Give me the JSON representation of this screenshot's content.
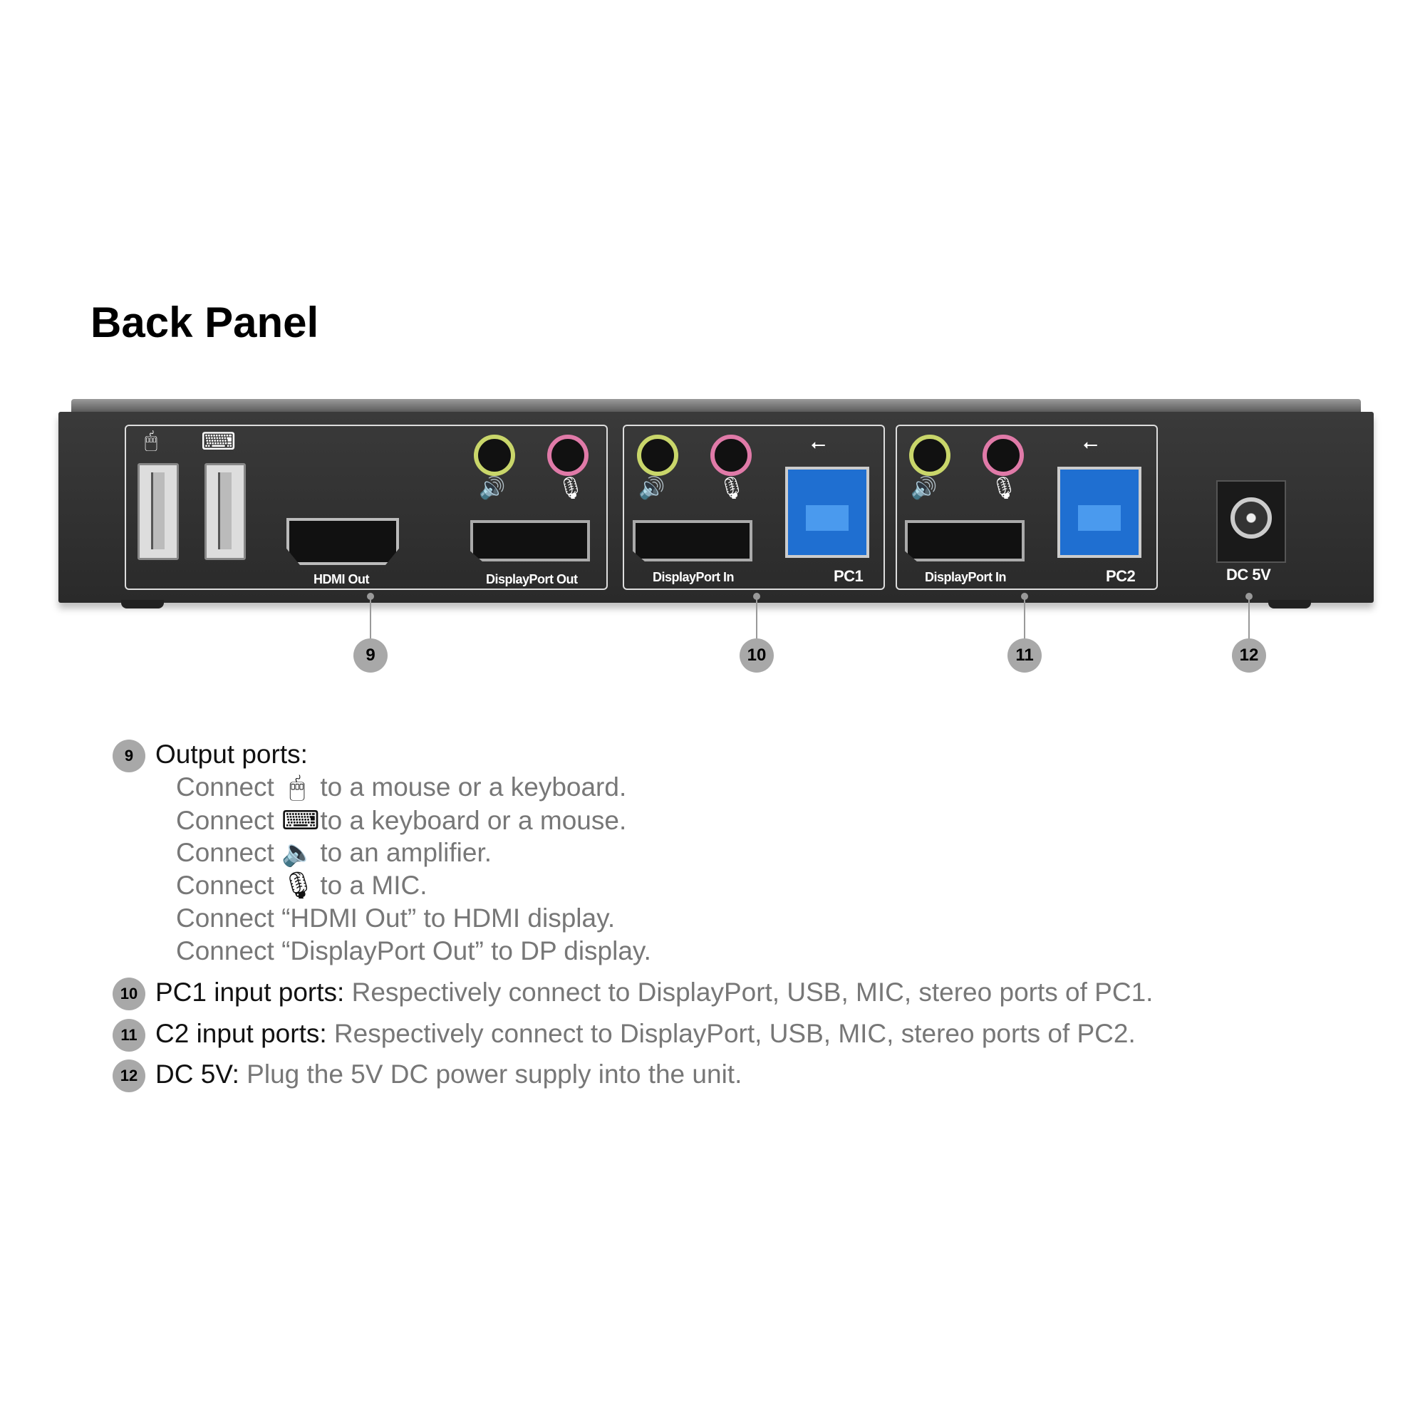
{
  "title": "Back Panel",
  "device": {
    "labels": {
      "hdmi_out": "HDMI Out",
      "dp_out": "DisplayPort Out",
      "dp_in_1": "DisplayPort In",
      "pc1": "PC1",
      "dp_in_2": "DisplayPort In",
      "pc2": "PC2",
      "dc": "DC 5V"
    },
    "callouts": [
      "9",
      "10",
      "11",
      "12"
    ],
    "colors": {
      "usb3": "#1f6fd1",
      "audio_out": "#c9d66a",
      "mic": "#e07aa8",
      "body": "#2f2f2f"
    }
  },
  "list": {
    "item9": {
      "num": "9",
      "heading": "Output ports:",
      "lines": [
        {
          "pre": "Connect",
          "icon": "mouse-icon",
          "post": "to a mouse or a keyboard."
        },
        {
          "pre": "Connect",
          "icon": "keyboard-icon",
          "post": "to a keyboard or a mouse."
        },
        {
          "pre": "Connect",
          "icon": "speaker-icon",
          "post": "to an amplifier."
        },
        {
          "pre": "Connect",
          "icon": "microphone-icon",
          "post": "to a MIC."
        },
        {
          "text": "Connect “HDMI Out” to HDMI display."
        },
        {
          "text": "Connect “DisplayPort Out” to DP display."
        }
      ]
    },
    "item10": {
      "num": "10",
      "heading": "PC1 input ports:",
      "text": "Respectively connect to DisplayPort, USB, MIC, stereo ports of PC1."
    },
    "item11": {
      "num": "11",
      "heading": "C2 input ports:",
      "text": "Respectively connect to DisplayPort, USB, MIC, stereo ports of PC2."
    },
    "item12": {
      "num": "12",
      "heading": "DC 5V:",
      "text": "Plug the 5V DC power supply into the unit."
    }
  }
}
